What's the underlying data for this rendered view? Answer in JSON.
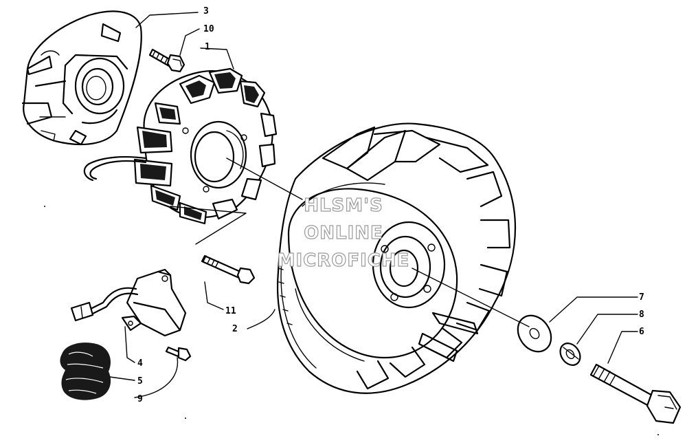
{
  "callouts": [
    {
      "id": "3",
      "label": "3"
    },
    {
      "id": "10",
      "label": "10"
    },
    {
      "id": "1",
      "label": "1"
    },
    {
      "id": "11",
      "label": "11"
    },
    {
      "id": "2",
      "label": "2"
    },
    {
      "id": "7",
      "label": "7"
    },
    {
      "id": "8",
      "label": "8"
    },
    {
      "id": "6",
      "label": "6"
    },
    {
      "id": "4",
      "label": "4"
    },
    {
      "id": "5",
      "label": "5"
    },
    {
      "id": "9",
      "label": "9"
    }
  ],
  "watermark": {
    "line1": "HLSM'S",
    "line2": "ONLINE",
    "line3": "MICROFICHE"
  }
}
